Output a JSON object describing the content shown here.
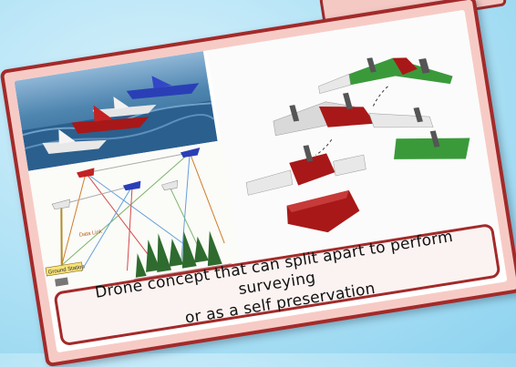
{
  "slide": {
    "caption_line1": "Drone concept that can split apart to perform surveying",
    "caption_line2": "or as a self preservation"
  },
  "diagram": {
    "label_data_link": "Data Link",
    "label_ground_station": "Ground Station"
  },
  "colors": {
    "frame": "#a32a2a",
    "card_bg": "#f7cbc5",
    "drone_red": "#a81818",
    "drone_green": "#3a9a3a",
    "drone_white": "#e6e6e6",
    "drone_blue": "#2a3fb6"
  }
}
